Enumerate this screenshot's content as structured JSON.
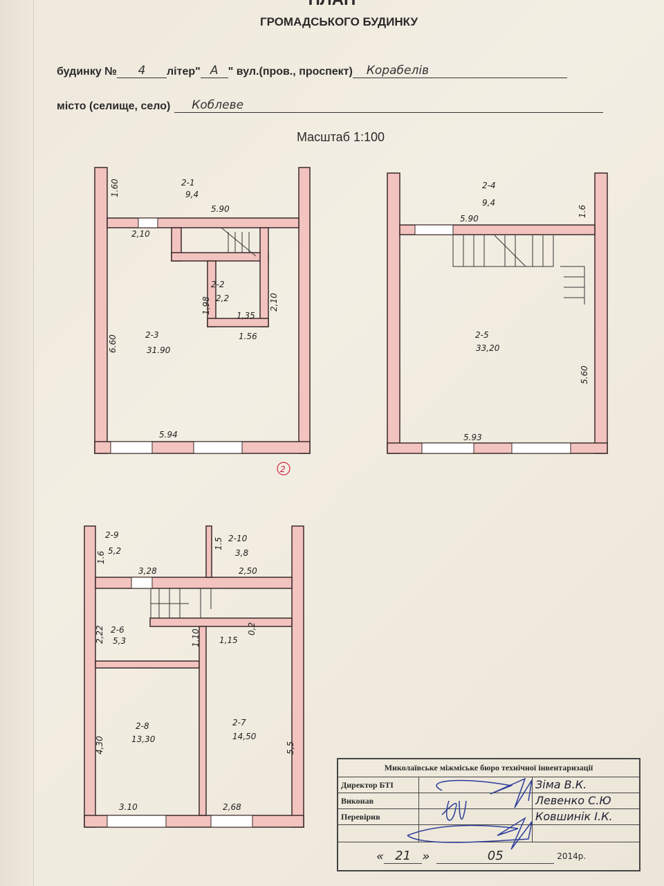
{
  "header": {
    "title": "ПЛАН",
    "subtitle": "ГРОМАДСЬКОГО БУДИНКУ",
    "house_label": "будинку №",
    "house_number": "4",
    "letter_label": "літер\"",
    "letter_value": "А",
    "street_label": "\" вул.(пров., проспект)",
    "street_value": "Корабелів",
    "city_label": "місто (селище, село)",
    "city_value": "Коблеве",
    "scale": "Масштаб 1:100"
  },
  "plan1": {
    "rooms": [
      {
        "id": "2-1",
        "area": "9,4"
      },
      {
        "id": "2-2",
        "area": "2,2"
      },
      {
        "id": "2-3",
        "area": "31.90"
      }
    ],
    "dims": [
      "1.60",
      "5.90",
      "2,10",
      "1,98",
      "2,10",
      "1,35",
      "1.56",
      "6.60",
      "5.94"
    ],
    "mark": "2"
  },
  "plan2": {
    "rooms": [
      {
        "id": "2-4",
        "area": "9,4"
      },
      {
        "id": "2-5",
        "area": "33,20"
      }
    ],
    "dims": [
      "5.90",
      "1.6",
      "5.60",
      "5.93"
    ]
  },
  "plan3": {
    "rooms": [
      {
        "id": "2-9",
        "area": "5,2"
      },
      {
        "id": "2-10",
        "area": "3,8"
      },
      {
        "id": "2-6",
        "area": "5,3"
      },
      {
        "id": "2-8",
        "area": "13,30"
      },
      {
        "id": "2-7",
        "area": "14,50"
      }
    ],
    "dims": [
      "1.6",
      "1.5",
      "3,28",
      "2,50",
      "2,22",
      "1,10",
      "1,15",
      "0,2",
      "4,30",
      "5,5",
      "3.10",
      "2,68"
    ]
  },
  "stamp": {
    "org": "Миколаївське міжміське бюро технічної інвентаризації",
    "rows": [
      {
        "role": "Директор БТІ",
        "name": "Зіма В.К."
      },
      {
        "role": "Виконав",
        "name": "Левенко С.Ю"
      },
      {
        "role": "Перевірив",
        "name": "Ковшинік І.К."
      }
    ],
    "day": "21",
    "month": "05",
    "year": "2014",
    "year_suffix": "р."
  },
  "colors": {
    "wall_fill": "#f2c3bf",
    "wall_line": "#3a2a2a",
    "ink": "#22305a"
  }
}
